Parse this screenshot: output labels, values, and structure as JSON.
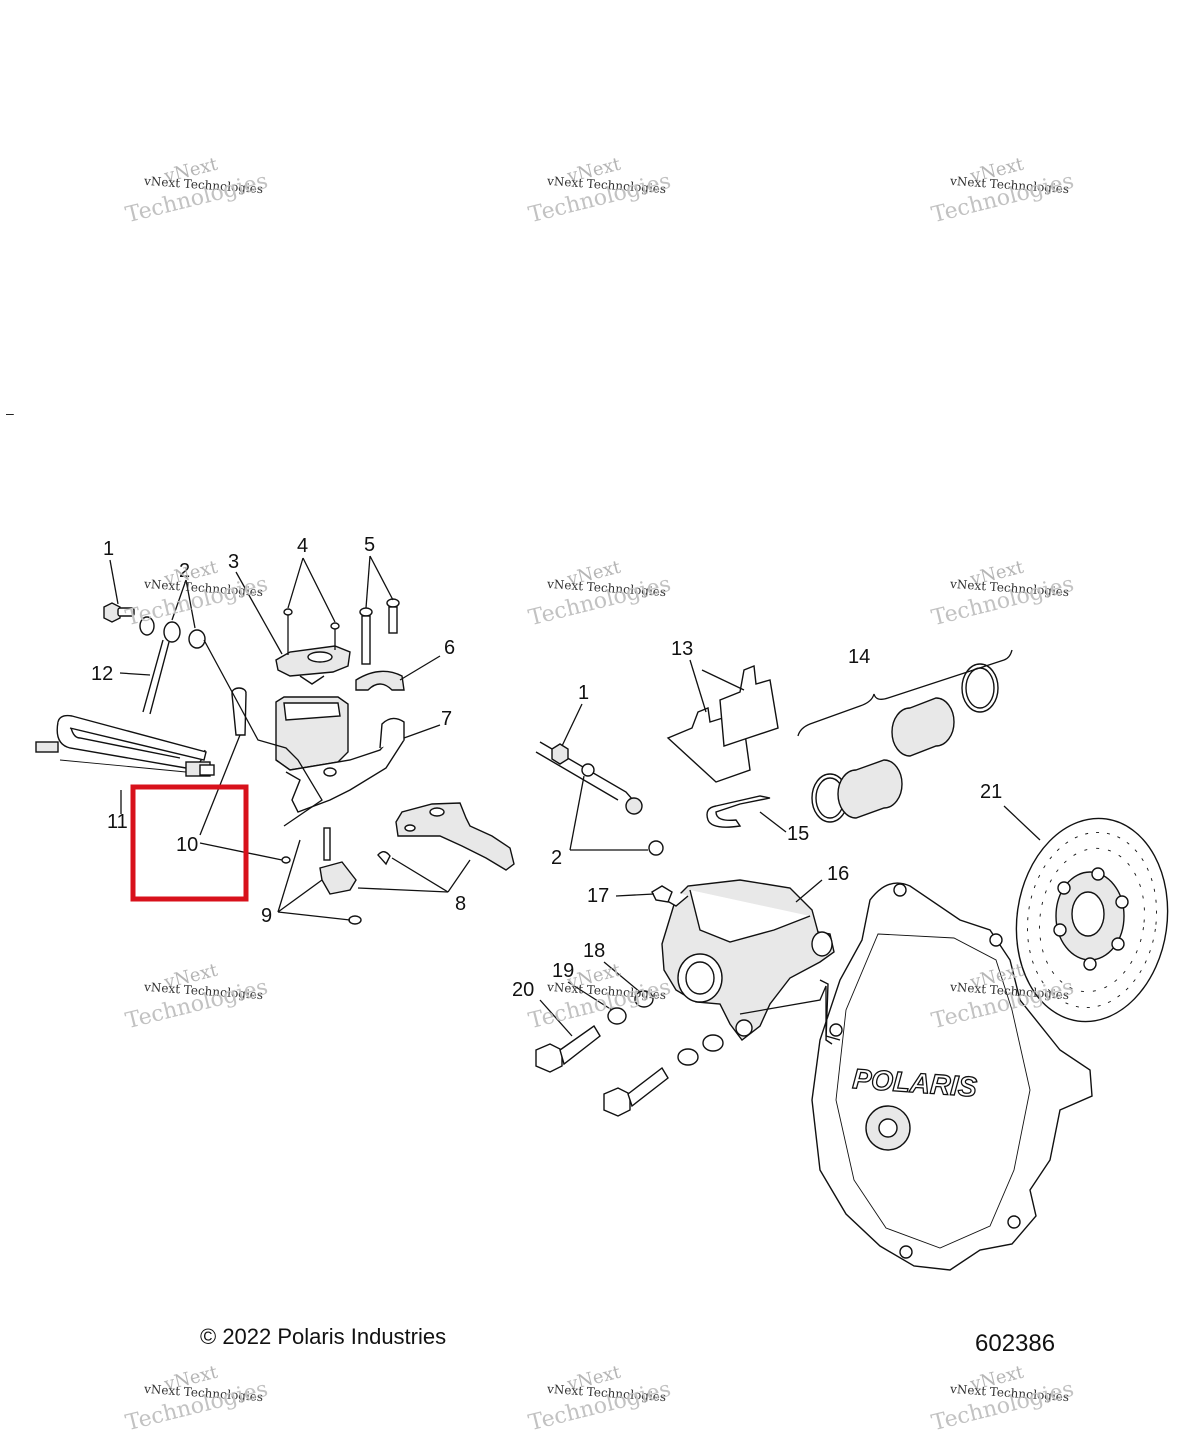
{
  "diagram": {
    "callouts": [
      "1",
      "2",
      "3",
      "4",
      "5",
      "6",
      "7",
      "8",
      "9",
      "10",
      "11",
      "12",
      "1",
      "2",
      "13",
      "14",
      "15",
      "16",
      "17",
      "18",
      "19",
      "20",
      "21"
    ],
    "highlight_color": "#d8111b",
    "logo_text": "POLARIS"
  },
  "watermark": {
    "line1": "vNext",
    "line2": "vNext Technologies",
    "line3": "Technologies"
  },
  "footer": {
    "copyright": "© 2022 Polaris Industries",
    "part_number": "602386"
  },
  "margin_mark": "–"
}
